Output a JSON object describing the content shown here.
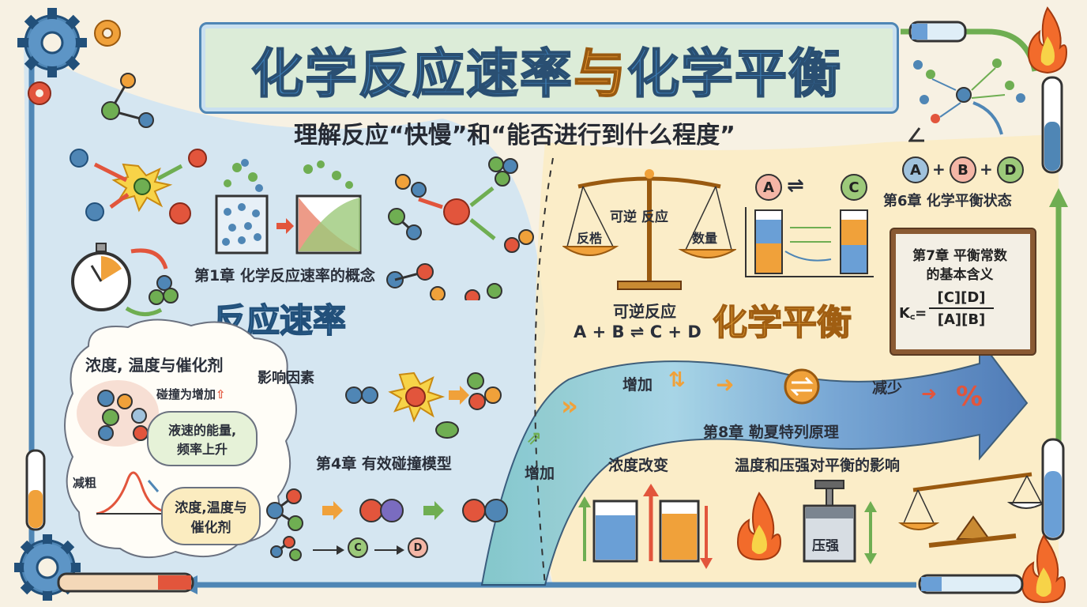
{
  "title": {
    "part1": "化学反应速率",
    "part2": "与",
    "part3": "化学平衡"
  },
  "subtitle": "理解反应“快慢”和“能否进行到什么程度”",
  "rate_section": {
    "heading": "反应速率",
    "chapter1": "第1章 化学反应速率的概念",
    "factors_title": "浓度, 温度与催化剂",
    "factors_label": "影响因素",
    "collision_increase": "碰撞为增加",
    "energy_bubble": "液速的能量,\n频率上升",
    "reduce_label": "减粗",
    "catalyst_bubble": "浓度,温度与\n催化剂",
    "chapter4": "第4章 有效碰撞模型",
    "chain_c": "C",
    "chain_d": "D"
  },
  "equilibrium_section": {
    "heading": "化学平衡",
    "balance_top": "可逆 反应",
    "balance_left": "反梏",
    "balance_right": "数量",
    "reversible_label": "可逆反应",
    "reaction_eq": "A + B ⇌ C + D",
    "pair_a": "A",
    "pair_c": "C",
    "chapter6": "第6章 化学平衡状态",
    "abd": {
      "a": "A",
      "b": "B",
      "d": "D",
      "plus": "+"
    },
    "chapter7_title": "第7章 平衡常数\n的基本含义",
    "kc_label": "K꜀=",
    "kc_numerator": "[C][D]",
    "kc_denominator": "[A][B]",
    "increase_top": "增加",
    "reduce_right": "减少",
    "chapter8": "第8章 勒夏特列原理",
    "increase_left": "增加",
    "concentration_change": "浓度改变",
    "temp_pressure": "温度和压强对平衡的影响",
    "pressure_label": "压强",
    "percent": "%"
  },
  "colors": {
    "blue": "#4f86b5",
    "orange": "#f0a13a",
    "green": "#6fae52",
    "red": "#e2553c",
    "purple": "#7a6cc0",
    "light_blue_wash": "#cfe4f3",
    "yellow_wash": "#fbecc0"
  },
  "icons": [
    "gear-icon",
    "molecule-icon",
    "stopwatch-icon",
    "beaker-icon",
    "balance-scale-icon",
    "flame-icon",
    "test-tube-icon",
    "piston-icon",
    "arrow-icon",
    "equilibrium-swap-icon"
  ]
}
